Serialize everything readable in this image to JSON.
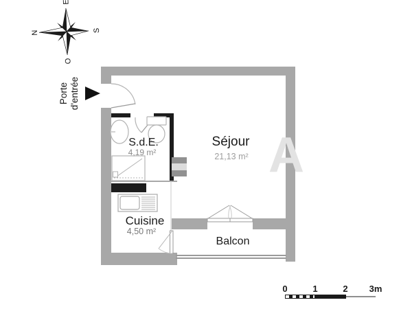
{
  "compass": {
    "north": "N",
    "east": "E",
    "south": "S",
    "west": "O"
  },
  "entrance": {
    "label": "Porte\nd'entrée"
  },
  "rooms": {
    "sde": {
      "name": "S.d.E.",
      "area": "4,19 m²"
    },
    "sejour": {
      "name": "Séjour",
      "area": "21,13 m²"
    },
    "cuisine": {
      "name": "Cuisine",
      "area": "4,50 m²"
    },
    "balcon": {
      "name": "Balcon"
    }
  },
  "scale_bar": {
    "labels": [
      "0",
      "1",
      "2",
      "3m"
    ]
  },
  "watermark": {
    "text": "A"
  },
  "colors": {
    "outer_wall": "#a8a8a8",
    "partition": "#1c1c1c",
    "fixture_line": "#b3b3b3",
    "room_text": "#1a1a1a",
    "area_text": "#8a8a8a"
  }
}
